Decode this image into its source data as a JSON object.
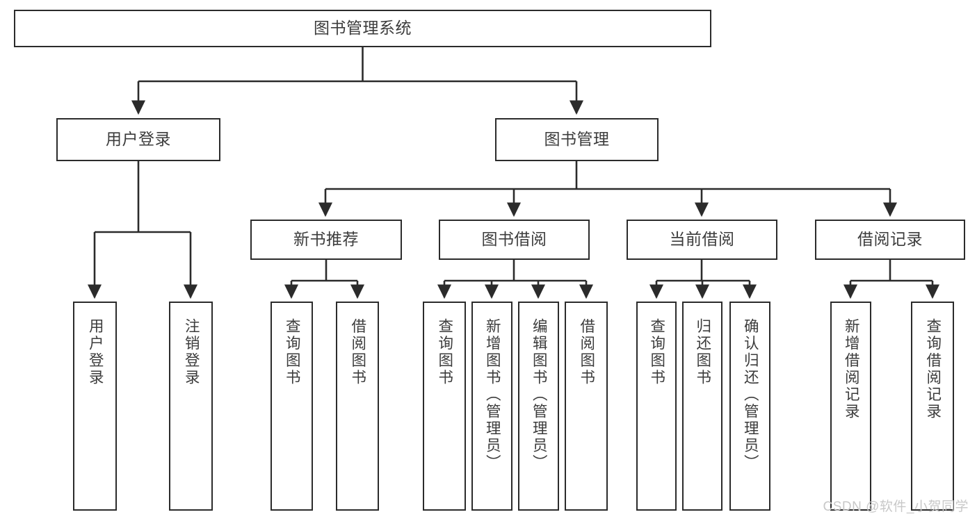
{
  "diagram": {
    "title": "图书管理系统",
    "watermark": "CSDN @软件_小贺同学",
    "colors": {
      "stroke": "#2b2b2b",
      "text": "#3c3c3c",
      "background": "#ffffff",
      "watermark": "#c8c8c8"
    },
    "root": {
      "label": "图书管理系统"
    },
    "level2": [
      {
        "label": "用户登录"
      },
      {
        "label": "图书管理"
      }
    ],
    "level3": [
      {
        "label": "新书推荐"
      },
      {
        "label": "图书借阅"
      },
      {
        "label": "当前借阅"
      },
      {
        "label": "借阅记录"
      }
    ],
    "leaves": {
      "user_login": [
        {
          "label": "用户登录"
        },
        {
          "label": "注销登录"
        }
      ],
      "new_book_recommend": [
        {
          "label": "查询图书"
        },
        {
          "label": "借阅图书"
        }
      ],
      "book_borrow": [
        {
          "label": "查询图书"
        },
        {
          "label": "新增图书（管理员）"
        },
        {
          "label": "编辑图书（管理员）"
        },
        {
          "label": "借阅图书"
        }
      ],
      "current_borrow": [
        {
          "label": "查询图书"
        },
        {
          "label": "归还图书"
        },
        {
          "label": "确认归还（管理员）"
        }
      ],
      "borrow_record": [
        {
          "label": "新增借阅记录"
        },
        {
          "label": "查询借阅记录"
        }
      ]
    }
  }
}
